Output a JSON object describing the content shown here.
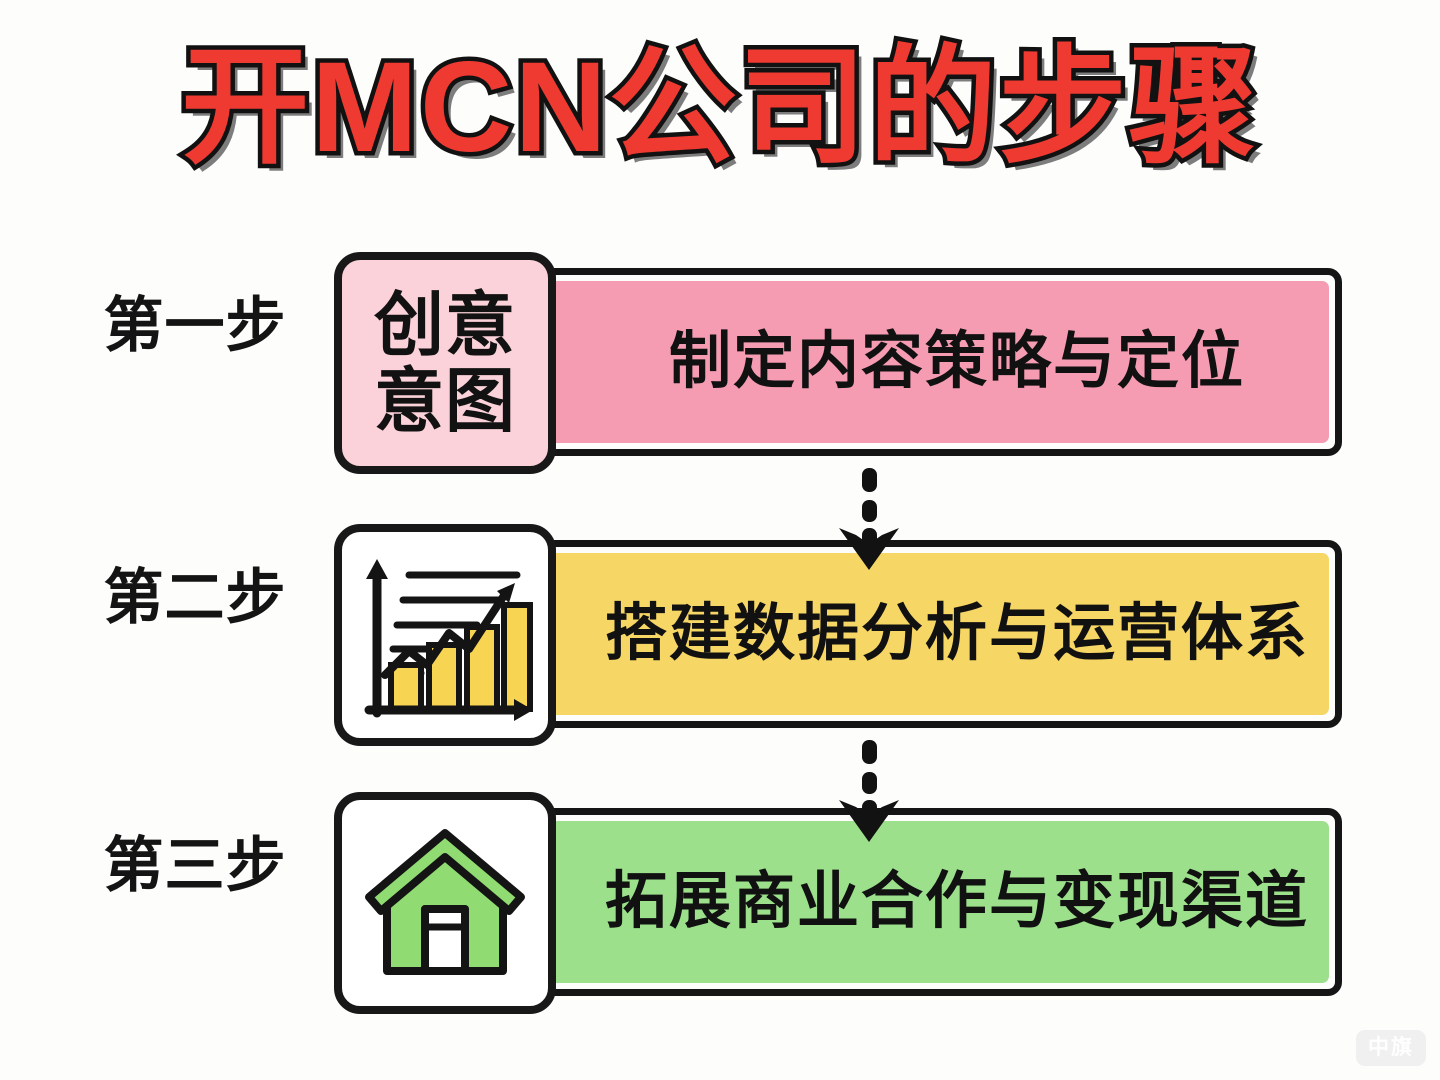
{
  "page": {
    "title": "开MCN公司的步骤",
    "background_color": "#fdfdfc",
    "title_color": "#ef3a32",
    "title_outline_color": "#111111"
  },
  "steps": [
    {
      "step_label": "第一步",
      "icon_name": "creative-intent-text-icon",
      "icon_text_line1": "创意",
      "icon_text_line2": "意图",
      "bar_text": "制定内容策略与定位",
      "bar_color": "#f59bb2",
      "icon_box_color": "#fbd2d9"
    },
    {
      "step_label": "第二步",
      "icon_name": "bar-chart-growth-icon",
      "bar_text": "搭建数据分析与运营体系",
      "bar_color": "#f6d664",
      "icon_box_color": "#ffffff",
      "icon_accent_color": "#f6d14f"
    },
    {
      "step_label": "第三步",
      "icon_name": "house-icon",
      "bar_text": "拓展商业合作与变现渠道",
      "bar_color": "#9ce08c",
      "icon_box_color": "#ffffff",
      "icon_accent_color": "#8ed970"
    }
  ],
  "connectors": [
    {
      "name": "dashed-down-arrow-1",
      "direction": "down",
      "style": "dashed"
    },
    {
      "name": "dashed-down-arrow-2",
      "direction": "down",
      "style": "dashed"
    }
  ],
  "watermark": {
    "text": "中旗"
  }
}
